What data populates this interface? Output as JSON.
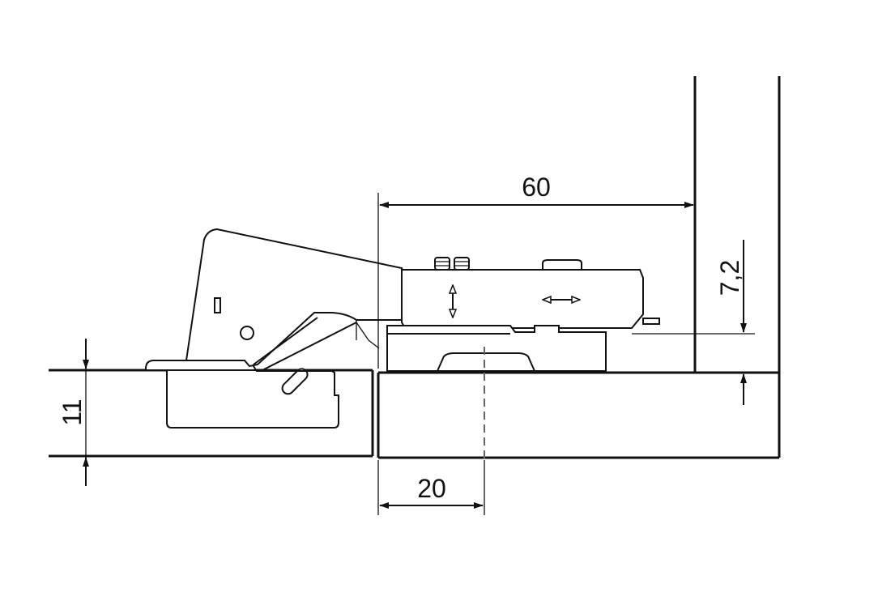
{
  "dimensions": {
    "hinge_depth": "60",
    "overlay": "20",
    "door_thickness": "11",
    "plate_height": "7,2"
  }
}
